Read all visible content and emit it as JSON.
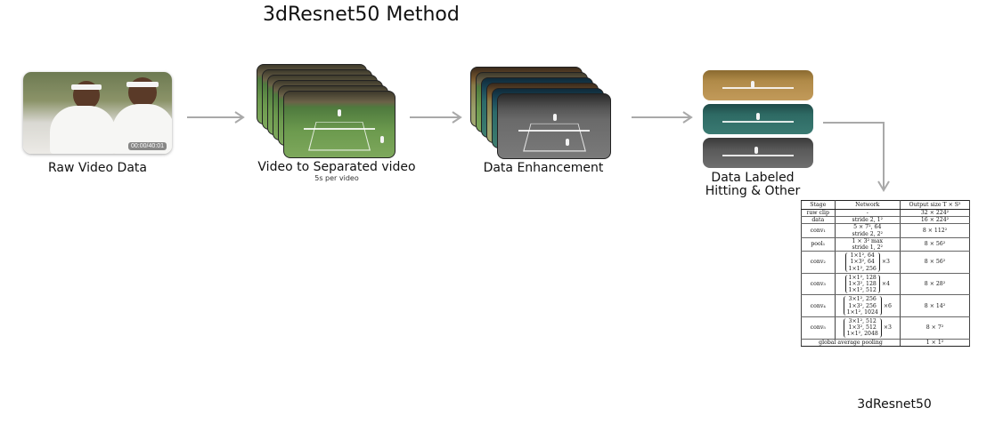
{
  "title": "3dResnet50 Method",
  "stages": [
    {
      "caption": "Raw Video Data",
      "timestamp": "00:00/40:01"
    },
    {
      "caption": "Video to Separated video",
      "subcaption": "5s per video"
    },
    {
      "caption": "Data Enhancement"
    },
    {
      "caption_line1": "Data Labeled",
      "caption_line2": "Hitting & Other"
    }
  ],
  "table_caption": "3dResnet50",
  "table": {
    "headers": [
      "Stage",
      "Network",
      "Output size T × S²"
    ],
    "rows": [
      {
        "stage": "raw clip",
        "net": [
          "-"
        ],
        "out": "32 × 224²"
      },
      {
        "stage": "data",
        "net": [
          "stride 2, 1²"
        ],
        "out": "16 × 224²"
      },
      {
        "stage": "conv₁",
        "net": [
          "5 × 7², 64",
          "stride 2, 2²"
        ],
        "out": "8 × 112²"
      },
      {
        "stage": "pool₁",
        "net": [
          "1 × 3² max",
          "stride 1, 2²"
        ],
        "out": "8 × 56²"
      },
      {
        "stage": "conv₂",
        "block": [
          "1×1², 64",
          "1×3², 64",
          "1×1², 256"
        ],
        "mult": "×3",
        "out": "8 × 56²"
      },
      {
        "stage": "conv₃",
        "block": [
          "1×1², 128",
          "1×3², 128",
          "1×1², 512"
        ],
        "mult": "×4",
        "out": "8 × 28²"
      },
      {
        "stage": "conv₄",
        "block": [
          "3×1², 256",
          "1×3², 256",
          "1×1², 1024"
        ],
        "mult": "×6",
        "out": "8 × 14²"
      },
      {
        "stage": "conv₅",
        "block": [
          "3×1², 512",
          "1×3², 512",
          "1×1², 2048"
        ],
        "mult": "×3",
        "out": "8 × 7²"
      }
    ],
    "footer": {
      "label": "global average pooling",
      "out": "1 × 1²"
    }
  }
}
